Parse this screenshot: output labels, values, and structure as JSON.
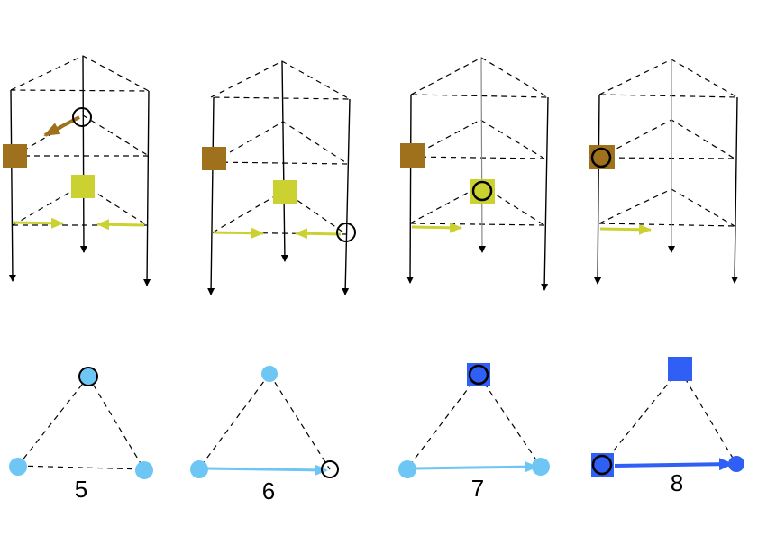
{
  "colors": {
    "dark_gold": "#A0711C",
    "yellow_green": "#CCD132",
    "light_blue": "#6EC6F5",
    "royal_blue": "#2F5FF5",
    "black": "#000000"
  },
  "bottom_labels": [
    "5",
    "6",
    "7",
    "8"
  ]
}
